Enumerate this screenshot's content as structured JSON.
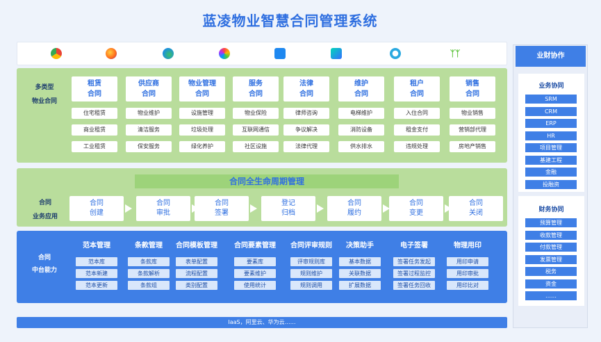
{
  "title": "蓝凌物业智慧合同管理系统",
  "icon_strip": {
    "icons": [
      "chrome-icon",
      "firefox-icon",
      "edge-icon",
      "safari-icon",
      "dingtalk-icon",
      "feishu-icon",
      "wecom-icon",
      "kingdee-icon"
    ]
  },
  "contracts": {
    "label_line1": "多类型",
    "label_line2": "物业合同",
    "columns": [
      {
        "title_line1": "租赁",
        "title_line2": "合同",
        "items": [
          "住宅租赁",
          "商业租赁",
          "工业租赁"
        ]
      },
      {
        "title_line1": "供应商",
        "title_line2": "合同",
        "items": [
          "物业维护",
          "清洁服务",
          "保安服务"
        ]
      },
      {
        "title_line1": "物业管理",
        "title_line2": "合同",
        "items": [
          "设施管理",
          "垃圾处理",
          "绿化养护"
        ]
      },
      {
        "title_line1": "服务",
        "title_line2": "合同",
        "items": [
          "物业保险",
          "互联网通信",
          "社区设施"
        ]
      },
      {
        "title_line1": "法律",
        "title_line2": "合同",
        "items": [
          "律师咨询",
          "争议解决",
          "法律代理"
        ]
      },
      {
        "title_line1": "维护",
        "title_line2": "合同",
        "items": [
          "电梯维护",
          "消防设备",
          "供水排水"
        ]
      },
      {
        "title_line1": "租户",
        "title_line2": "合同",
        "items": [
          "入住合同",
          "租金支付",
          "违规处理"
        ]
      },
      {
        "title_line1": "销售",
        "title_line2": "合同",
        "items": [
          "物业销售",
          "营销部代理",
          "房地产销售"
        ]
      }
    ]
  },
  "lifecycle": {
    "header": "合同全生命周期管理",
    "label_line1": "合同",
    "label_line2": "业务应用",
    "steps": [
      {
        "line1": "合同",
        "line2": "创建"
      },
      {
        "line1": "合同",
        "line2": "审批"
      },
      {
        "line1": "合同",
        "line2": "签署"
      },
      {
        "line1": "登记",
        "line2": "归档"
      },
      {
        "line1": "合同",
        "line2": "履约"
      },
      {
        "line1": "合同",
        "line2": "变更"
      },
      {
        "line1": "合同",
        "line2": "关闭"
      }
    ]
  },
  "platform": {
    "label_line1": "合同",
    "label_line2": "中台能力",
    "groups": [
      {
        "title": "范本管理",
        "items": [
          "范本库",
          "范本新建",
          "范本更新"
        ]
      },
      {
        "title": "条款管理",
        "items": [
          "条款库",
          "条款解析",
          "条款组"
        ]
      },
      {
        "title": "合同模板管理",
        "items": [
          "表单配置",
          "流程配置",
          "类别配置"
        ]
      },
      {
        "title": "合同要素管理",
        "items": [
          "要素库",
          "要素维护",
          "使用统计"
        ]
      },
      {
        "title": "合同评审规则",
        "items": [
          "评审规则库",
          "规则维护",
          "规则调用"
        ]
      },
      {
        "title": "决策助手",
        "items": [
          "基本数据",
          "关联数据",
          "扩展数据"
        ]
      },
      {
        "title": "电子签署",
        "items": [
          "签署任务发起",
          "签署过程监控",
          "签署任务回收"
        ]
      },
      {
        "title": "物理用印",
        "items": [
          "用印申请",
          "用印审批",
          "用印比对"
        ]
      }
    ]
  },
  "iaas": "IaaS，阿里云、华为云……",
  "right": {
    "header": "业财协作",
    "business": {
      "title": "业务协同",
      "items": [
        "SRM",
        "CRM",
        "ERP",
        "HR",
        "项目管理",
        "基建工程",
        "金融",
        "投融资"
      ]
    },
    "finance": {
      "title": "财务协同",
      "items": [
        "预算管理",
        "收款管理",
        "付款管理",
        "发票管理",
        "税务",
        "资金",
        "……"
      ]
    }
  },
  "colors": {
    "accent_blue": "#3f7fe6",
    "title_blue": "#2f6fe0",
    "green_panel": "#b9dd9c"
  }
}
